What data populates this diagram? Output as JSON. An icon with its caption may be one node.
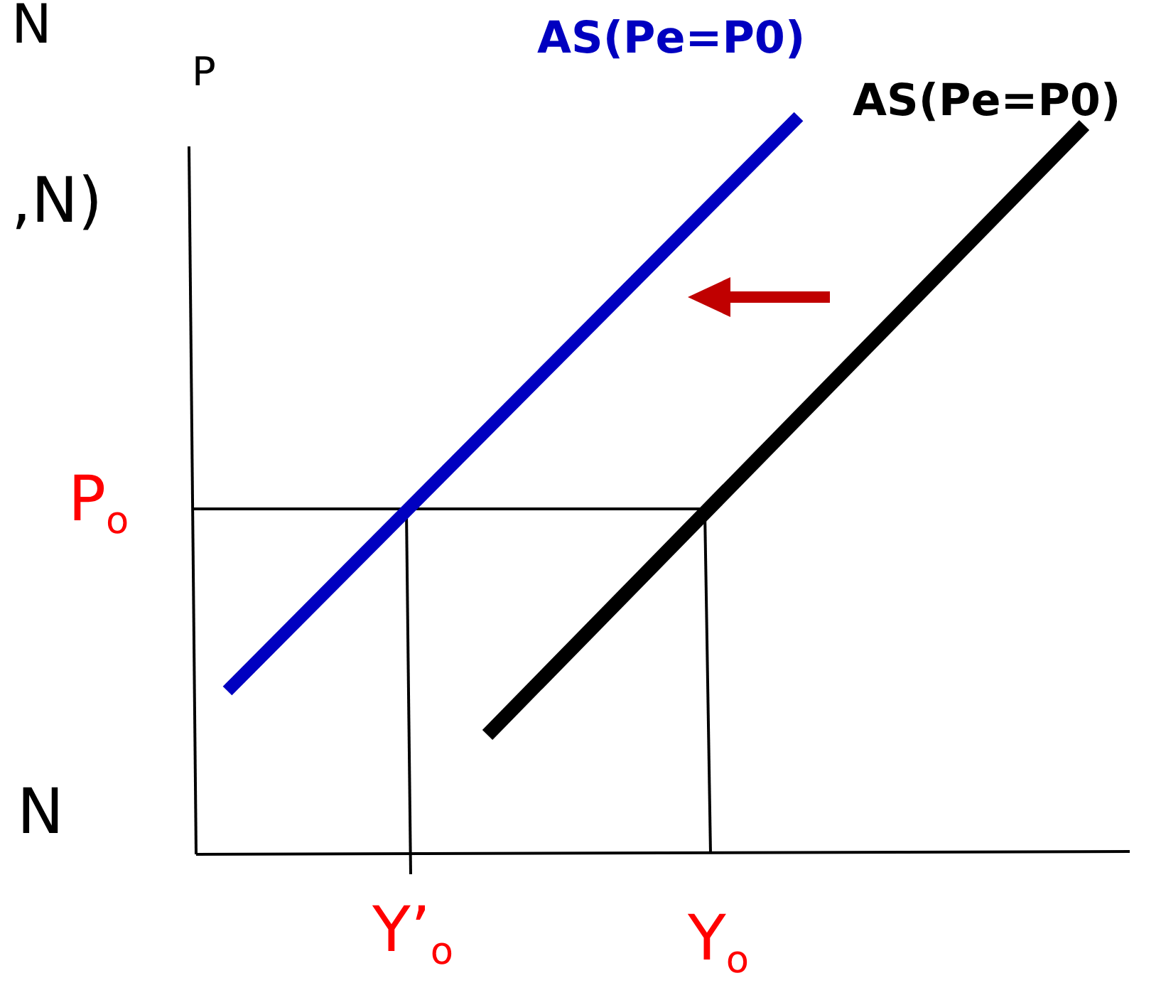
{
  "diagram": {
    "labels": [
      "N",
      "AS(Pe=P0)",
      "P",
      "AS(Pe=P0)",
      ",N)",
      "P$_{o}$",
      "N",
      "Y’$_{o}$",
      "Y$_{o}$"
    ]
  }
}
